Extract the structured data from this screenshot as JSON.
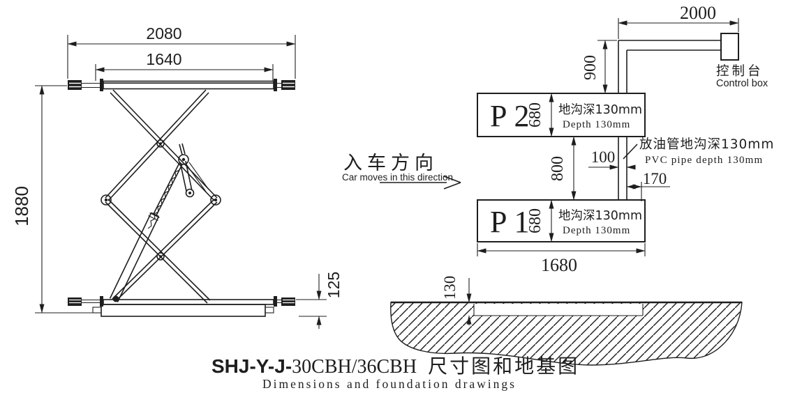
{
  "drawing_title": {
    "model_prefix": "SHJ-Y-J-",
    "model_codes": "30CBH/36CBH",
    "title_cn": "尺寸图和地基图",
    "subtitle_en": "Dimensions and foundation drawings"
  },
  "direction_note": {
    "cn": "入车方向",
    "en": "Car moves in this direction"
  },
  "side_view": {
    "dim_overall_width": "2080",
    "dim_platform_width": "1640",
    "dim_max_height": "1880",
    "dim_base_height": "125"
  },
  "foundation_view": {
    "control_box": {
      "label_cn": "控制台",
      "label_en": "Control box"
    },
    "dim_control_run": "2000",
    "dim_control_riser": "900",
    "platform_p2": {
      "label": "P2",
      "dim_width": "680",
      "trench_cn": "地沟深130mm",
      "trench_en": "Depth 130mm"
    },
    "platform_p1": {
      "label": "P1",
      "dim_width": "680",
      "trench_cn": "地沟深130mm",
      "trench_en": "Depth 130mm"
    },
    "dim_platform_gap": "800",
    "dim_pipe_trench_width": "100",
    "dim_pipe_offset": "170",
    "dim_foundation_length": "1680",
    "pipe_note": {
      "cn": "放油管地沟深130mm",
      "en": "PVC pipe depth 130mm"
    },
    "dim_trench_depth": "130"
  },
  "colors": {
    "line": "#1e1e1e",
    "background": "#ffffff"
  }
}
